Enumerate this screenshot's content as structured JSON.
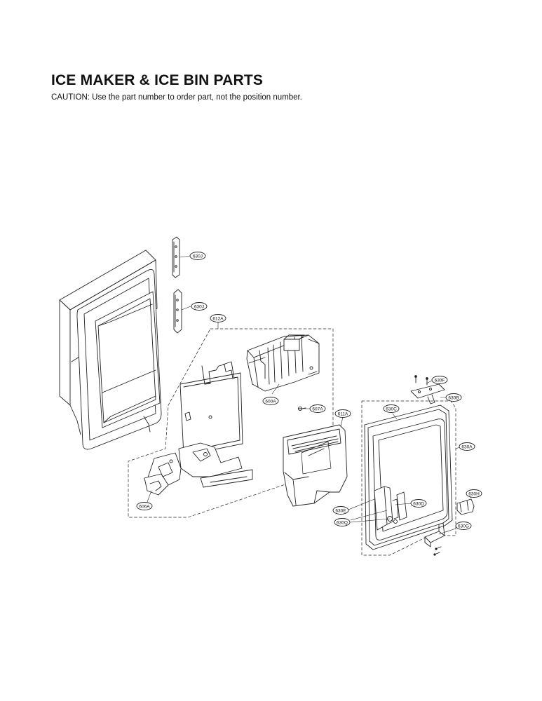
{
  "page": {
    "title": "ICE MAKER & ICE BIN PARTS",
    "caution": "CAUTION: Use the part number to order part, not the position number."
  },
  "callouts": [
    {
      "id": "630j-top",
      "label": "630J"
    },
    {
      "id": "630j-bottom",
      "label": "630J"
    },
    {
      "id": "612a",
      "label": "612A"
    },
    {
      "id": "600a",
      "label": "600A"
    },
    {
      "id": "607a",
      "label": "607A"
    },
    {
      "id": "611a",
      "label": "611A"
    },
    {
      "id": "606a",
      "label": "606A"
    },
    {
      "id": "630f",
      "label": "630F"
    },
    {
      "id": "630b",
      "label": "630B"
    },
    {
      "id": "630c",
      "label": "630C"
    },
    {
      "id": "630a",
      "label": "630A"
    },
    {
      "id": "630h",
      "label": "630H"
    },
    {
      "id": "630d",
      "label": "630D"
    },
    {
      "id": "630e",
      "label": "630E"
    },
    {
      "id": "630q",
      "label": "630Q"
    },
    {
      "id": "630g",
      "label": "630G"
    }
  ]
}
